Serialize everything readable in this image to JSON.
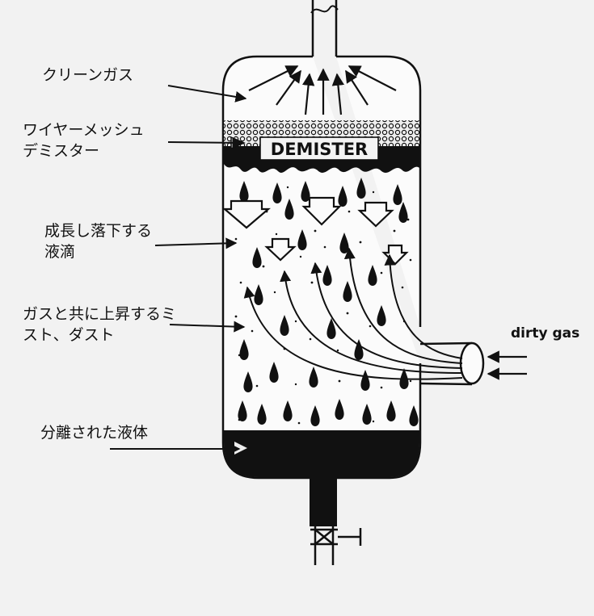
{
  "labels": {
    "clean_gas": "クリーンガス",
    "wire_mesh_line1": "ワイヤーメッシュ",
    "wire_mesh_line2": "デミスター",
    "droplets_line1": "成長し落下する",
    "droplets_line2": "液滴",
    "mist_line1": "ガスと共に上昇するミ",
    "mist_line2": "スト、ダスト",
    "separated_liquid": "分離された液体",
    "dirty_gas": "dirty gas",
    "demister": "DEMISTER"
  },
  "colors": {
    "background": "#f2f2f2",
    "vessel_fill": "#fbfbfb",
    "ink": "#111111"
  }
}
